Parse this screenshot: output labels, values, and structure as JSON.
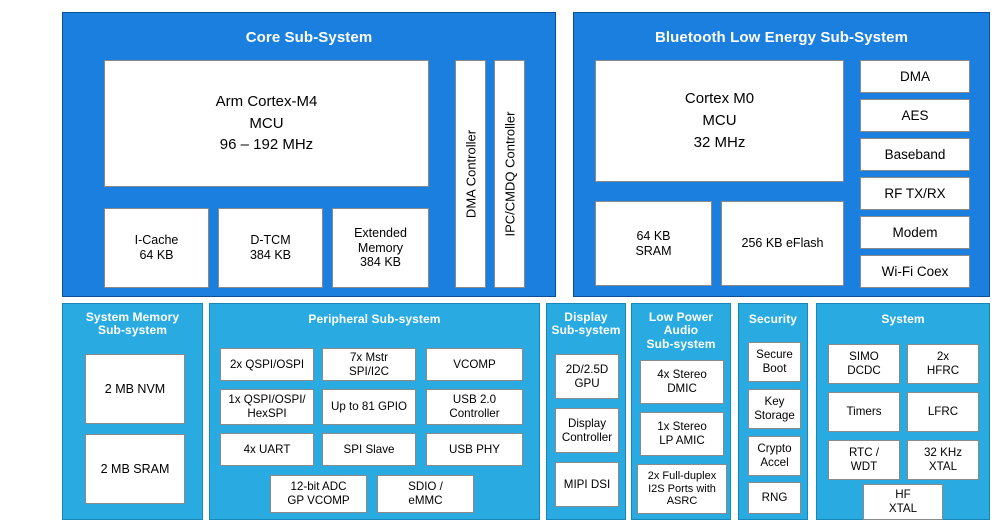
{
  "diagram": {
    "type": "soc-block-diagram",
    "colors": {
      "subsystem_primary": "#1b7fe0",
      "subsystem_secondary": "#29abe2",
      "block_fill": "#ffffff",
      "block_border": "#8a8a8a",
      "title_text": "#ffffff",
      "block_text": "#000000"
    }
  },
  "core": {
    "title": "Core Sub-System",
    "cpu": "Arm Cortex-M4\nMCU\n96 – 192 MHz",
    "memories": [
      {
        "label": "I-Cache\n64 KB"
      },
      {
        "label": "D-TCM\n384 KB"
      },
      {
        "label": "Extended\nMemory\n384 KB"
      }
    ],
    "controllers": [
      {
        "label": "DMA Controller"
      },
      {
        "label": "IPC/CMDQ Controller"
      }
    ]
  },
  "ble": {
    "title": "Bluetooth Low Energy Sub-System",
    "cpu": "Cortex M0\nMCU\n32 MHz",
    "memories": [
      {
        "label": "64 KB\nSRAM"
      },
      {
        "label": "256 KB eFlash"
      }
    ],
    "radio_blocks": [
      {
        "label": "DMA"
      },
      {
        "label": "AES"
      },
      {
        "label": "Baseband"
      },
      {
        "label": "RF TX/RX"
      },
      {
        "label": "Modem"
      },
      {
        "label": "Wi-Fi Coex"
      }
    ]
  },
  "system_memory": {
    "title": "System Memory\nSub-system",
    "blocks": [
      {
        "label": "2 MB NVM"
      },
      {
        "label": "2 MB SRAM"
      }
    ]
  },
  "peripheral": {
    "title": "Peripheral Sub-system",
    "grid": [
      {
        "label": "2x QSPI/OSPI"
      },
      {
        "label": "7x Mstr\nSPI/I2C"
      },
      {
        "label": "VCOMP"
      },
      {
        "label": "1x QSPI/OSPI/\nHexSPI"
      },
      {
        "label": "Up to 81 GPIO"
      },
      {
        "label": "USB 2.0\nController"
      },
      {
        "label": "4x UART"
      },
      {
        "label": "SPI Slave"
      },
      {
        "label": "USB PHY"
      }
    ],
    "bottom_row": [
      {
        "label": "12-bit ADC\nGP VCOMP"
      },
      {
        "label": "SDIO /\neMMC"
      }
    ]
  },
  "display": {
    "title": "Display\nSub-system",
    "blocks": [
      {
        "label": "2D/2.5D\nGPU"
      },
      {
        "label": "Display\nController"
      },
      {
        "label": "MIPI DSI"
      }
    ]
  },
  "low_power_audio": {
    "title": "Low Power\nAudio\nSub-system",
    "blocks": [
      {
        "label": "4x Stereo\nDMIC"
      },
      {
        "label": "1x Stereo\nLP AMIC"
      },
      {
        "label": "2x Full-duplex\nI2S Ports with\nASRC"
      }
    ]
  },
  "security": {
    "title": "Security",
    "blocks": [
      {
        "label": "Secure\nBoot"
      },
      {
        "label": "Key\nStorage"
      },
      {
        "label": "Crypto\nAccel"
      },
      {
        "label": "RNG"
      }
    ]
  },
  "system": {
    "title": "System",
    "blocks": [
      {
        "label": "SIMO\nDCDC"
      },
      {
        "label": "2x\nHFRC"
      },
      {
        "label": "Timers"
      },
      {
        "label": "LFRC"
      },
      {
        "label": "RTC /\nWDT"
      },
      {
        "label": "32 KHz\nXTAL"
      }
    ],
    "wide_block": {
      "label": "HF\nXTAL"
    }
  }
}
